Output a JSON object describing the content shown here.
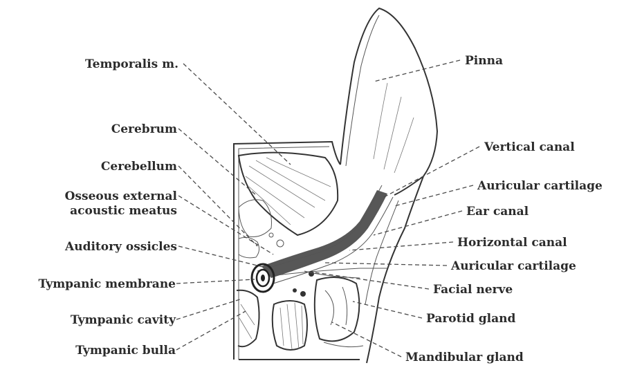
{
  "diagram": {
    "labels_left": [
      {
        "id": "temporalis",
        "text": "Temporalis m."
      },
      {
        "id": "cerebrum",
        "text": "Cerebrum"
      },
      {
        "id": "cerebellum",
        "text": "Cerebellum"
      },
      {
        "id": "osseous1",
        "text": "Osseous external"
      },
      {
        "id": "osseous2",
        "text": "acoustic meatus"
      },
      {
        "id": "ossicles",
        "text": "Auditory ossicles"
      },
      {
        "id": "tympanic_membrane",
        "text": "Tympanic membrane"
      },
      {
        "id": "tympanic_cavity",
        "text": "Tympanic cavity"
      },
      {
        "id": "tympanic_bulla",
        "text": "Tympanic bulla"
      }
    ],
    "labels_right": [
      {
        "id": "pinna",
        "text": "Pinna"
      },
      {
        "id": "vertical_canal",
        "text": "Vertical canal"
      },
      {
        "id": "auricular_cartilage_1",
        "text": "Auricular cartilage"
      },
      {
        "id": "ear_canal",
        "text": "Ear canal"
      },
      {
        "id": "horizontal_canal",
        "text": "Horizontal canal"
      },
      {
        "id": "auricular_cartilage_2",
        "text": "Auricular cartilage"
      },
      {
        "id": "facial_nerve",
        "text": "Facial nerve"
      },
      {
        "id": "parotid_gland",
        "text": "Parotid gland"
      },
      {
        "id": "mandibular_gland",
        "text": "Mandibular gland"
      }
    ]
  }
}
